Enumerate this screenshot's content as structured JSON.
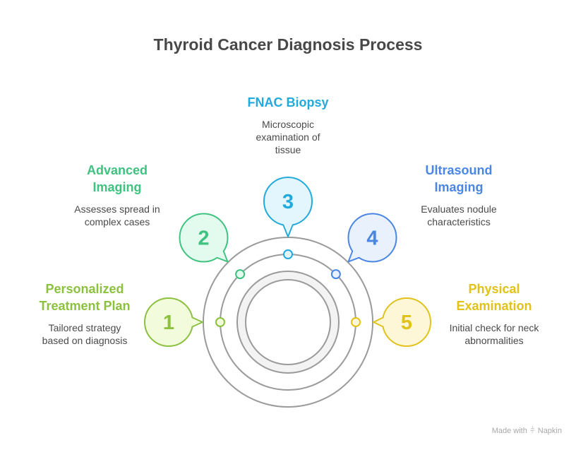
{
  "title": "Thyroid Cancer Diagnosis Process",
  "steps": [
    {
      "number": "1",
      "title_lines": [
        "Personalized",
        "Treatment Plan"
      ],
      "desc_lines": [
        "Tailored strategy",
        "based on diagnosis"
      ],
      "color": "#8cc13f",
      "fill": "#f2fbdc"
    },
    {
      "number": "2",
      "title_lines": [
        "Advanced",
        "Imaging"
      ],
      "desc_lines": [
        "Assesses spread in",
        "complex cases"
      ],
      "color": "#3fc27f",
      "fill": "#e3faef"
    },
    {
      "number": "3",
      "title_lines": [
        "FNAC Biopsy"
      ],
      "desc_lines": [
        "Microscopic",
        "examination of",
        "tissue"
      ],
      "color": "#22aadc",
      "fill": "#e4f6fd"
    },
    {
      "number": "4",
      "title_lines": [
        "Ultrasound",
        "Imaging"
      ],
      "desc_lines": [
        "Evaluates nodule",
        "characteristics"
      ],
      "color": "#4a86e2",
      "fill": "#e9f1fd"
    },
    {
      "number": "5",
      "title_lines": [
        "Physical",
        "Examination"
      ],
      "desc_lines": [
        "Initial check for neck",
        "abnormalities"
      ],
      "color": "#e0c21a",
      "fill": "#fdf7d8"
    }
  ],
  "footer": {
    "made_with": "Made with",
    "brand": "Napkin",
    "brand_icon": "napkin-logo-icon"
  }
}
